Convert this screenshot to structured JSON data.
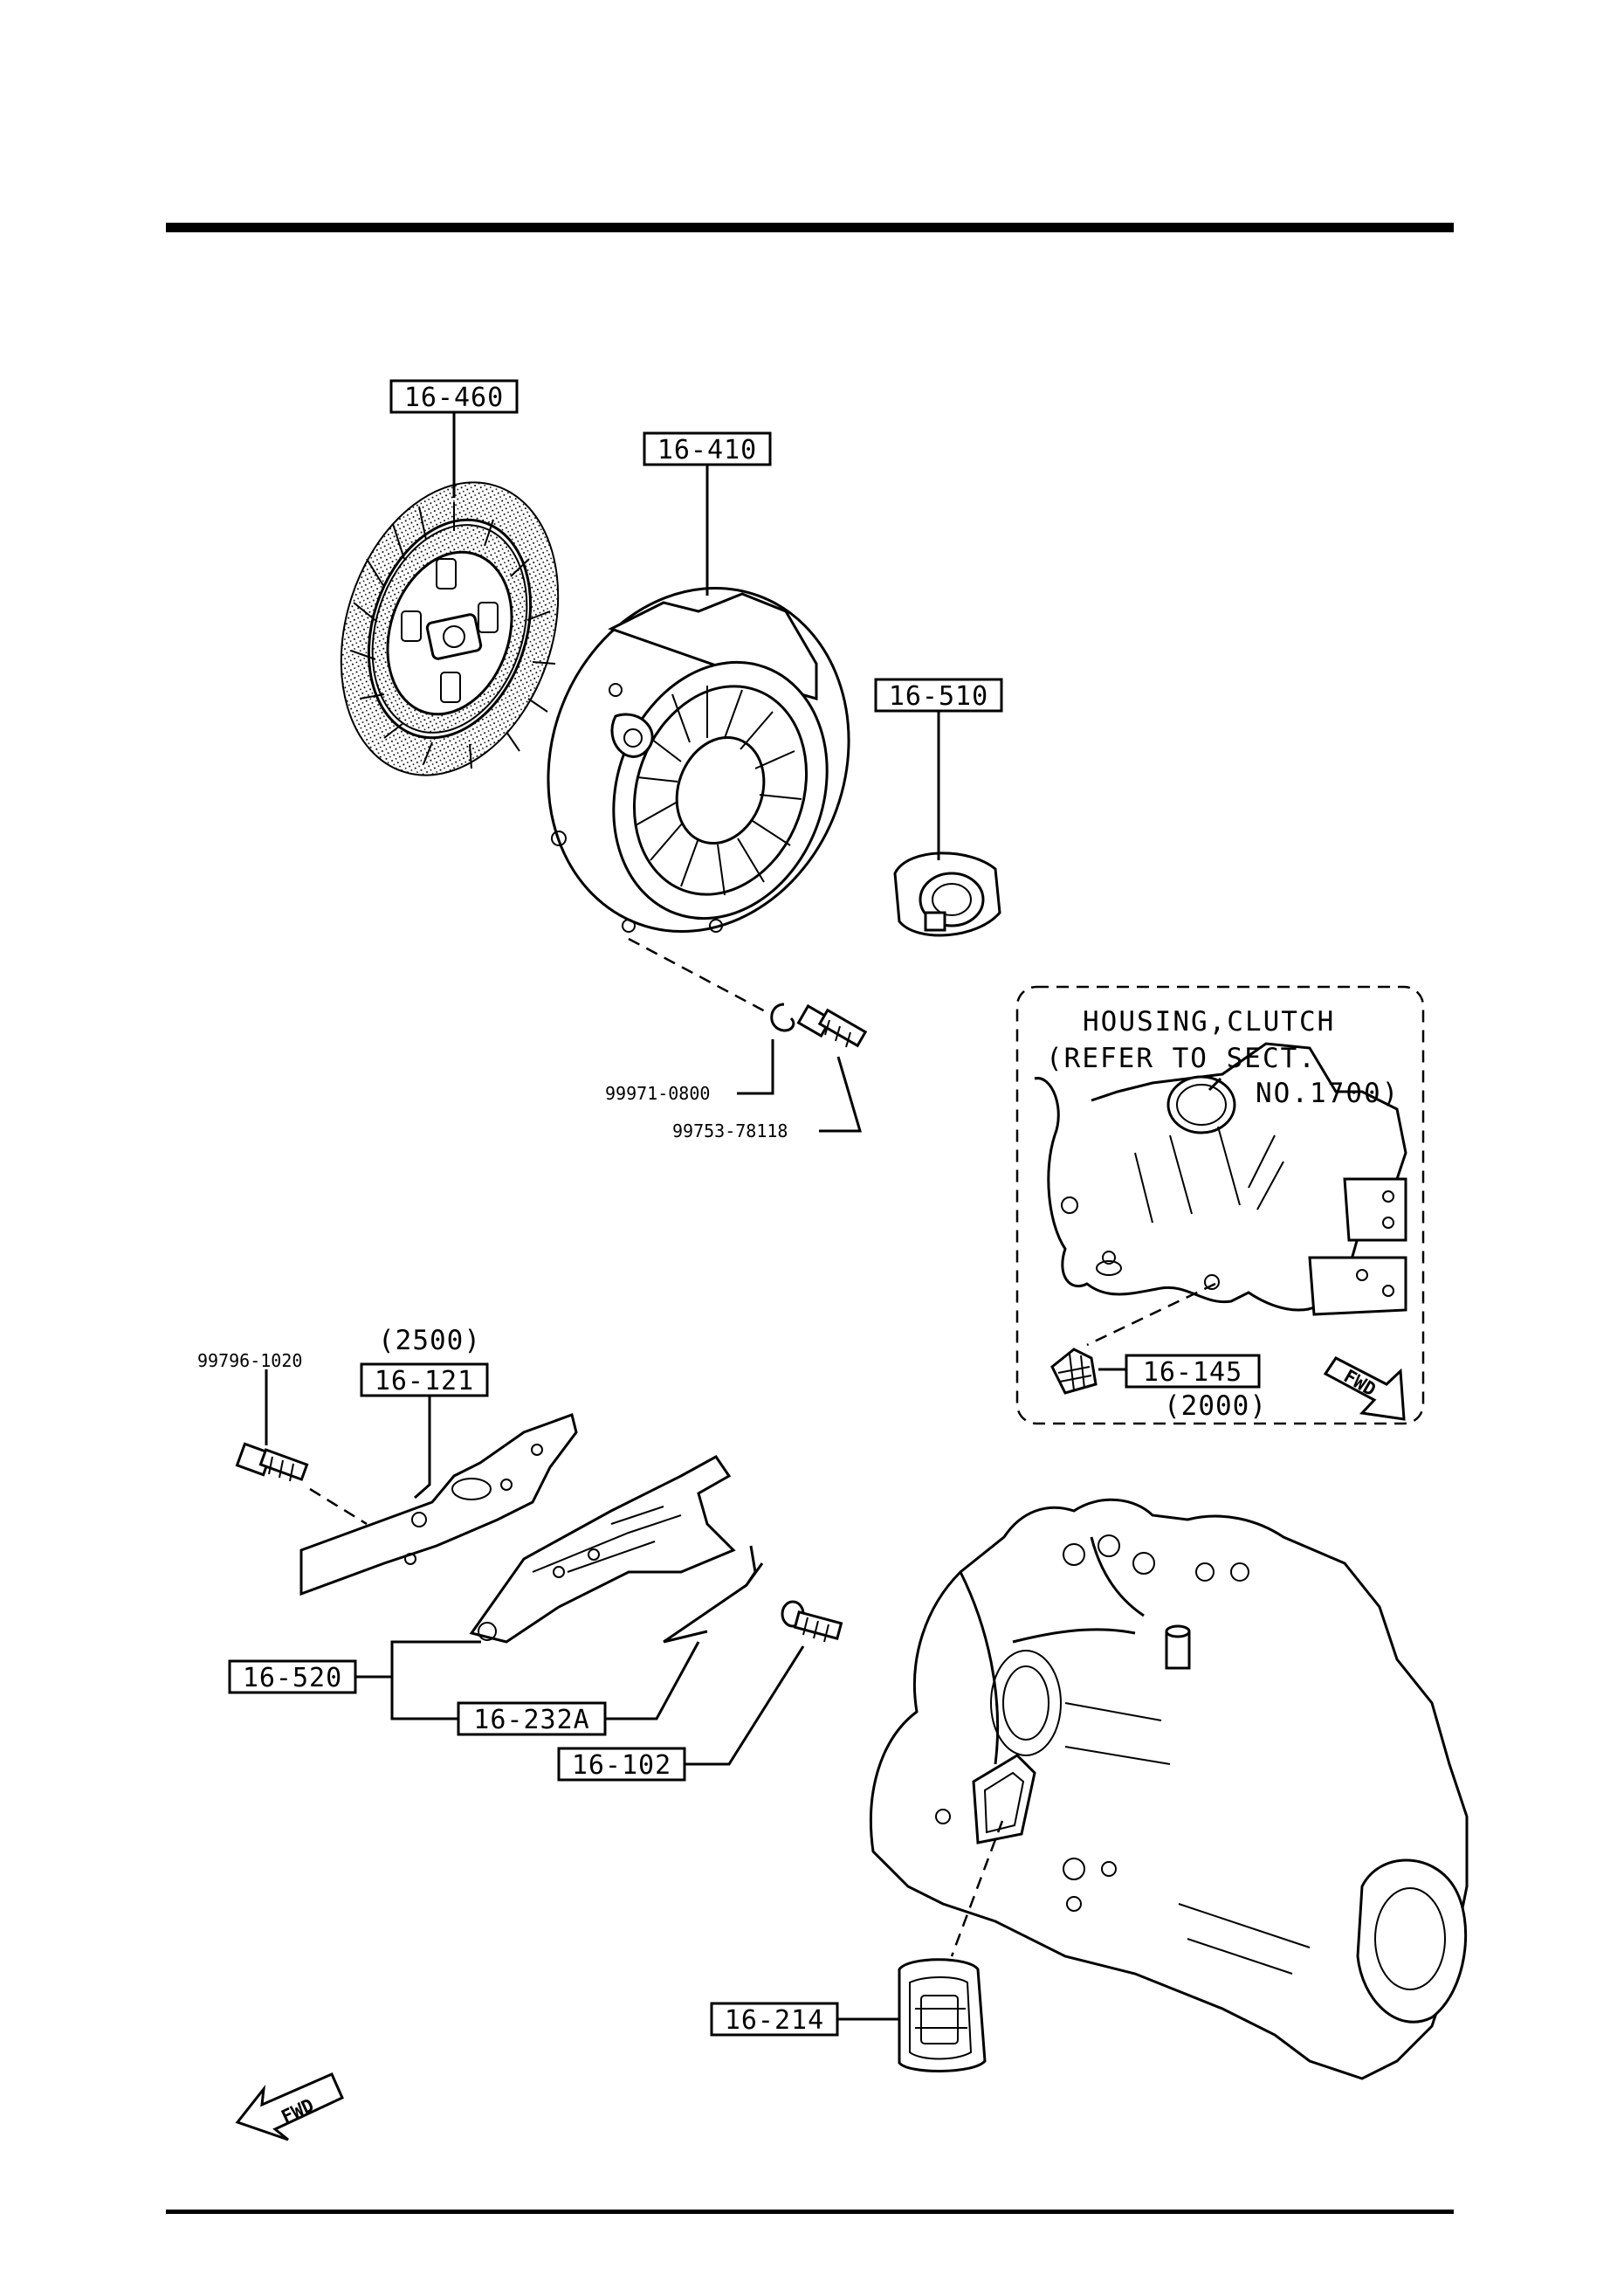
{
  "callouts": {
    "clutch_disc": "16-460",
    "clutch_cover": "16-410",
    "release_bearing": "16-510",
    "dust_boot_plate": "16-121",
    "release_fork_assy": "16-520",
    "spring": "16-232A",
    "pivot_pin": "16-102",
    "boot": "16-214",
    "boot_small": "16-145"
  },
  "part_numbers": {
    "washer": "99971-0800",
    "bolt_cover": "99753-78118",
    "bolt_plate": "99796-1020"
  },
  "quantities": {
    "plate_qty": "(2500)",
    "boot_small_qty": "(2000)"
  },
  "housing_note": {
    "line1": "HOUSING,CLUTCH",
    "line2": "(REFER TO SECT.",
    "line3": "NO.1700)"
  },
  "direction": {
    "fwd_inset": "FWD",
    "fwd_main": "FWD"
  }
}
